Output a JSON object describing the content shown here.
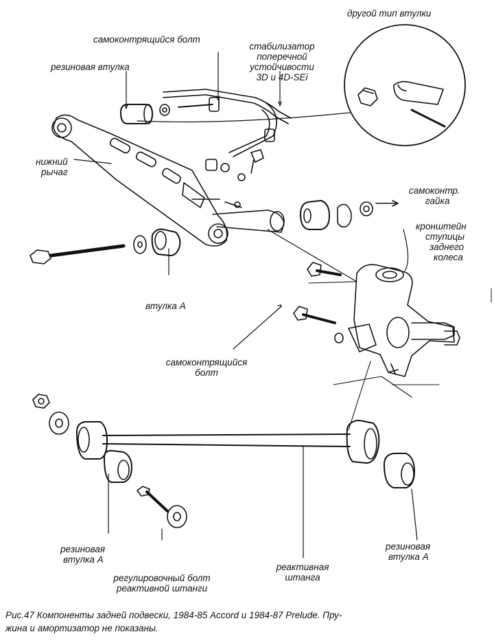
{
  "labels": {
    "other_bushing": "другой тип втулки",
    "self_lock_bolt_top": "самоконтрящийся болт",
    "stabilizer_line1": "стабилизатор",
    "stabilizer_line2": "поперечной",
    "stabilizer_line3": "устойчивости",
    "stabilizer_line4": "3D и 4D-SEi",
    "rubber_bushing_top": "резиновая втулка",
    "lower_arm_line1": "нижний",
    "lower_arm_line2": "рычаг",
    "self_lock_nut_line1": "самоконтр.",
    "self_lock_nut_line2": "гайка",
    "knuckle_line1": "кронштейн",
    "knuckle_line2": "ступицы",
    "knuckle_line3": "заднего",
    "knuckle_line4": "колеса",
    "bushing_a": "втулка А",
    "self_lock_bolt_mid_line1": "самоконтрящийся",
    "self_lock_bolt_mid_line2": "болт",
    "rubber_bushing_a_left_line1": "резиновая",
    "rubber_bushing_a_left_line2": "втулка А",
    "adjust_bolt_line1": "регулировочный болт",
    "adjust_bolt_line2": "реактивной штанги",
    "radius_rod_line1": "реактивная",
    "radius_rod_line2": "штанга",
    "rubber_bushing_a_right_line1": "резиновая",
    "rubber_bushing_a_right_line2": "втулка А"
  },
  "caption": {
    "line1": "Рис.47 Компоненты задней подвески, 1984-85 Accord и 1984-87 Prelude. Пру-",
    "line2": "жина и амортизатор не показаны."
  }
}
